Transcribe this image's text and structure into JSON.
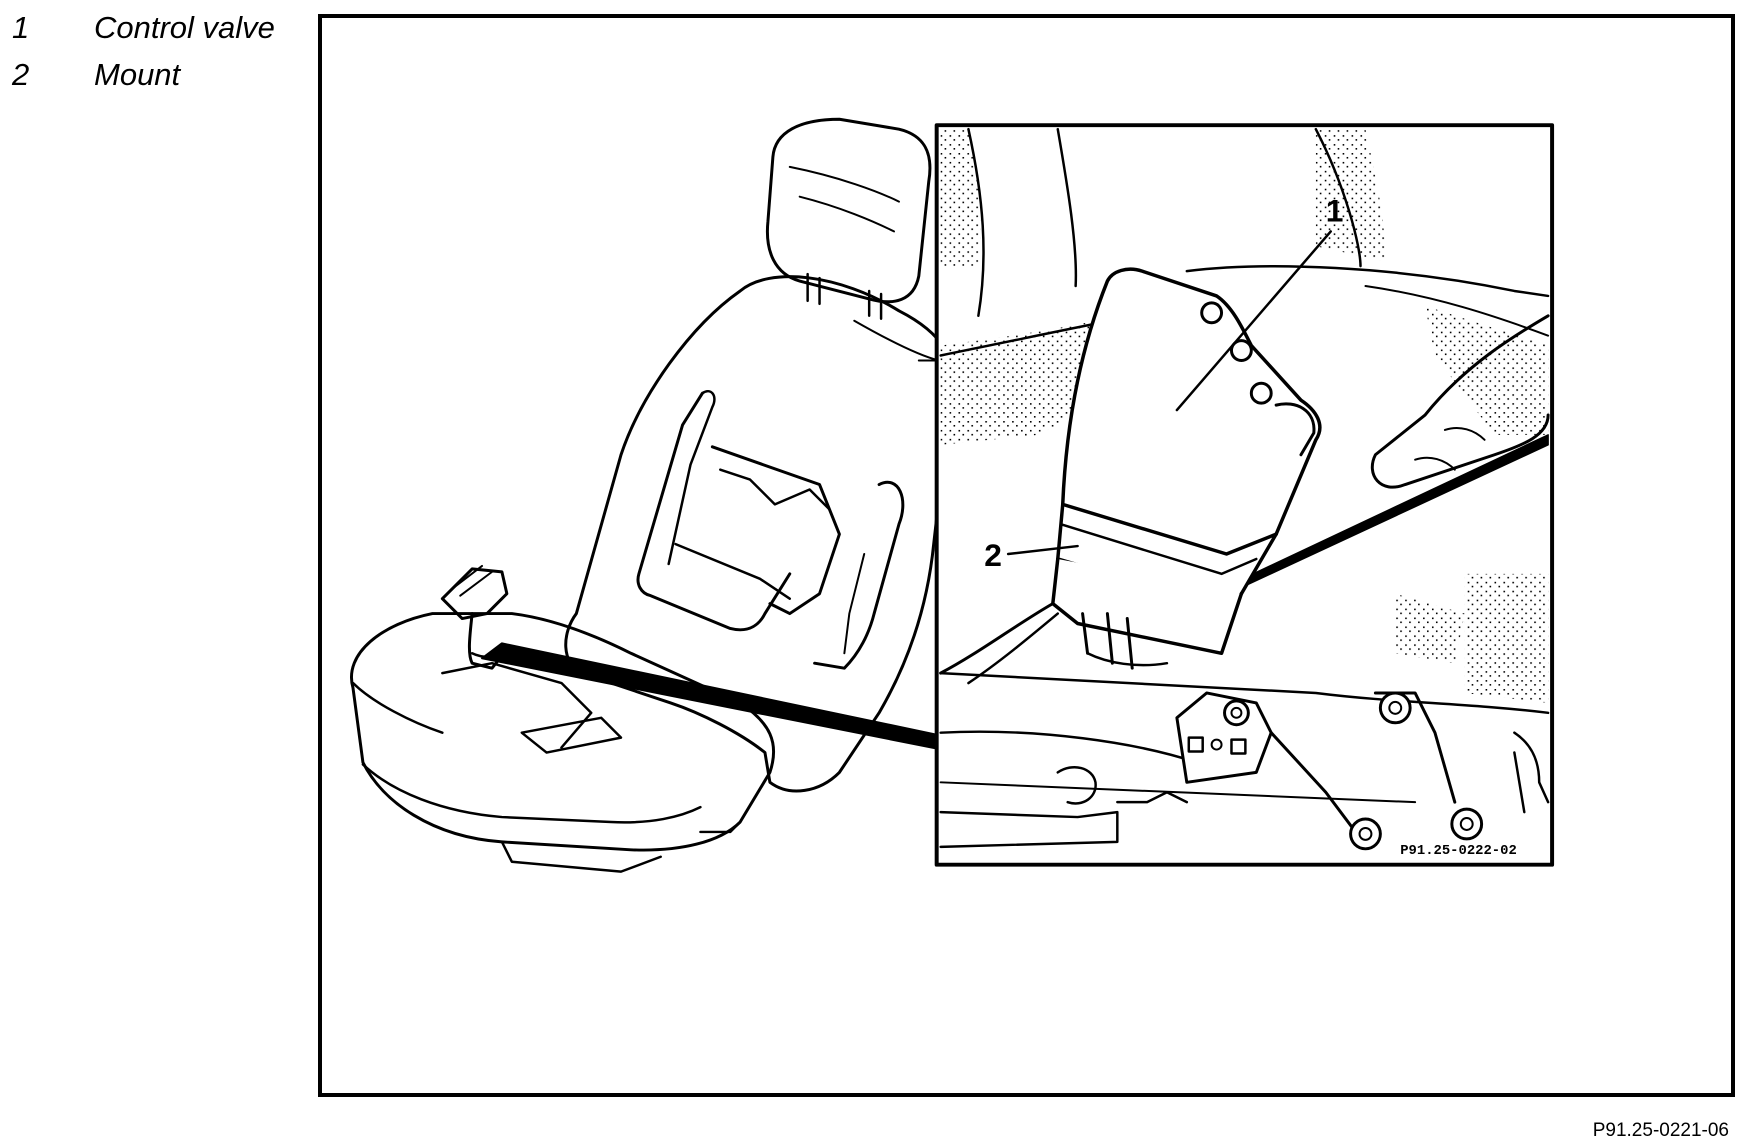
{
  "legend": {
    "items": [
      {
        "number": "1",
        "label": "Control valve"
      },
      {
        "number": "2",
        "label": "Mount"
      }
    ]
  },
  "figure": {
    "callouts": [
      "1",
      "2"
    ],
    "inset_code": "P91.25-0222-02",
    "reference": "P91.25-0221-06"
  },
  "colors": {
    "line": "#000000",
    "background": "#ffffff",
    "stipple": "#000000"
  }
}
